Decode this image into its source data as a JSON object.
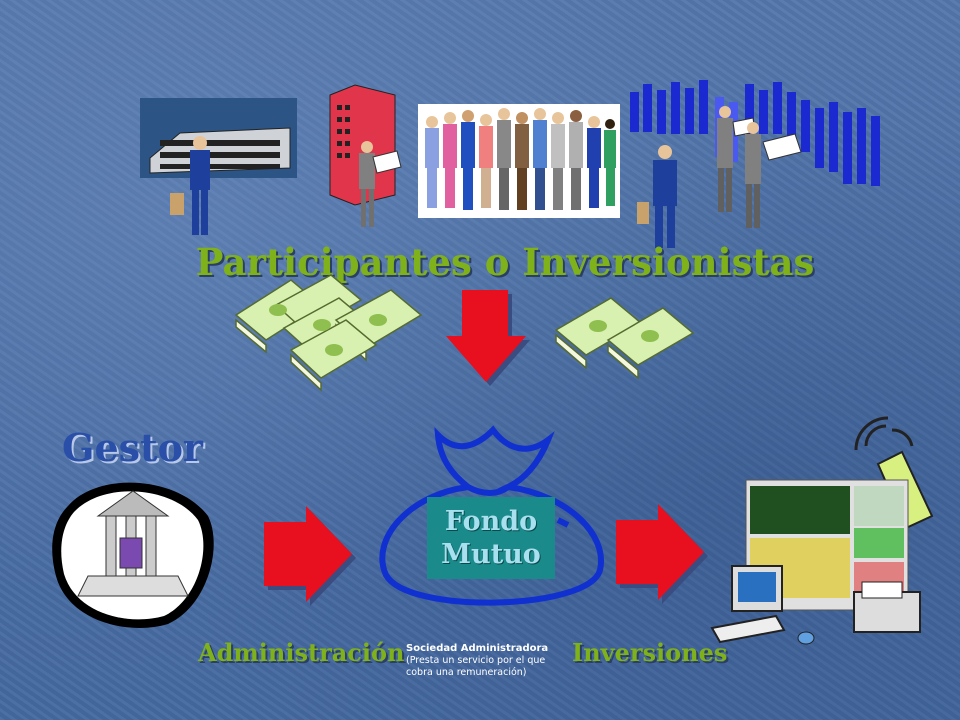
{
  "title": "Participantes o Inversionistas",
  "gestor": "Gestor",
  "fondo": {
    "line1": "Fondo",
    "line2": "Mutuo"
  },
  "administracion": "Administración",
  "inversiones": "Inversiones",
  "sociedad": {
    "heading": "Sociedad Administradora",
    "description": "(Presta un servicio por el que cobra una remuneración)"
  },
  "colors": {
    "title": "#7fb21a",
    "gestor": "#2a4fa8",
    "arrow": "#e8101e",
    "fondo_box": "#1a8a8a",
    "background": "#4a6fa5"
  }
}
